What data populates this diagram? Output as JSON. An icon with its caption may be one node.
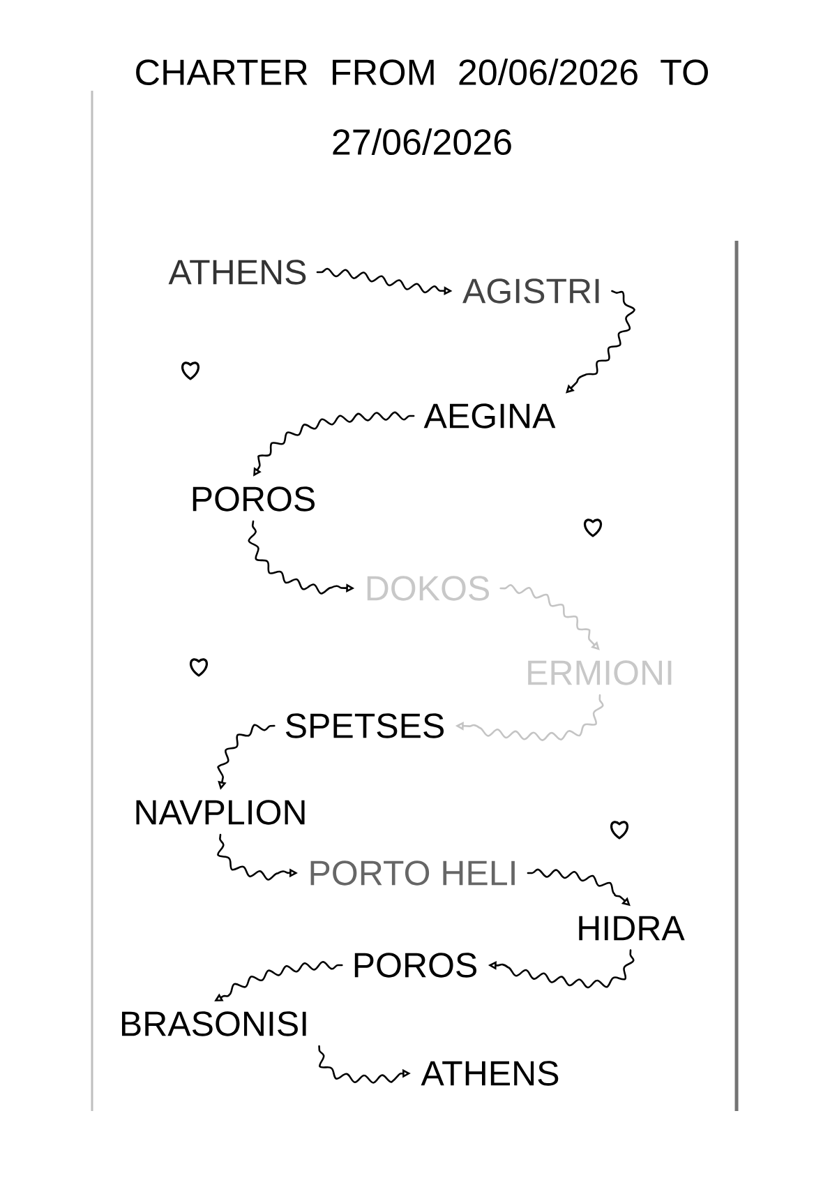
{
  "diagram": {
    "title": "CHARTER FROM 20/06/2026 TO 27/06/2026",
    "nodes": [
      {
        "text": [
          "ATHENS"
        ]
      },
      {
        "text": [
          "AGISTRI"
        ]
      },
      {
        "text": [
          "AEGINA"
        ]
      },
      {
        "text": [
          "POROS"
        ]
      },
      {
        "text": [
          "DOKOS"
        ]
      },
      {
        "text": [
          "ERMIONI"
        ]
      },
      {
        "text": [
          "SPETSES"
        ]
      },
      {
        "text": [
          "NAVPLION"
        ]
      },
      {
        "text": [
          "PORTO HELI"
        ]
      },
      {
        "text": [
          "HIDRA"
        ]
      },
      {
        "text": [
          "POROS"
        ]
      },
      {
        "text": [
          "BRASONISI"
        ]
      },
      {
        "text": [
          "ATHENS"
        ]
      }
    ],
    "edges": [
      {
        "from": 0,
        "to": 1,
        "arrow": "to"
      },
      {
        "from": 1,
        "to": 2,
        "arrow": "to"
      },
      {
        "from": 2,
        "to": 3,
        "arrow": "to"
      },
      {
        "from": 3,
        "to": 4,
        "arrow": "to"
      },
      {
        "from": 4,
        "to": 5,
        "arrow": "to",
        "color": "#c4c4c4"
      },
      {
        "from": 5,
        "to": 6,
        "arrow": "to",
        "color": "#c4c4c4"
      },
      {
        "from": 6,
        "to": 7,
        "arrow": "to"
      },
      {
        "from": 7,
        "to": 8,
        "arrow": "to"
      },
      {
        "from": 8,
        "to": 9,
        "arrow": "to"
      },
      {
        "from": 9,
        "to": 10,
        "arrow": "to"
      },
      {
        "from": 10,
        "to": 11,
        "arrow": "to"
      },
      {
        "from": 11,
        "to": 12,
        "arrow": "to"
      }
    ]
  }
}
